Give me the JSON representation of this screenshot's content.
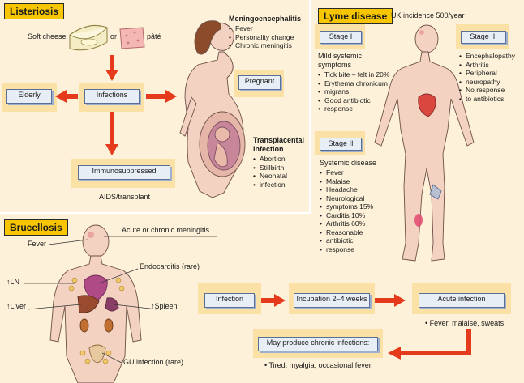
{
  "listeriosis": {
    "title": "Listeriosis",
    "soft_cheese": "Soft cheese",
    "or": "or",
    "pate": "pâté",
    "infections": "Infections",
    "elderly": "Elderly",
    "pregnant": "Pregnant",
    "immunosuppressed": "Immunosuppressed",
    "aids": "AIDS/transplant",
    "mening_title": "Meningoencephalitis",
    "mening_items": [
      "Fever",
      "Personality change",
      "Chronic meningitis"
    ],
    "transp_title_1": "Transplacental",
    "transp_title_2": "infection",
    "transp_items": [
      "Abortion",
      "Stillbirth",
      "Neonatal",
      "infection"
    ]
  },
  "lyme": {
    "title": "Lyme disease",
    "incidence": "UK incidence 500/year",
    "stage1": "Stage I",
    "stage1_lead_1": "Mild systemic",
    "stage1_lead_2": "symptoms",
    "stage1_items": [
      "Tick bite – felt in 20%",
      "Erythema chronicum",
      "migrans",
      "Good antibiotic",
      "response"
    ],
    "stage2": "Stage II",
    "stage2_lead": "Systemic disease",
    "stage2_items": [
      "Fever",
      "Malaise",
      "Headache",
      "Neurological",
      "symptoms 15%",
      "Carditis 10%",
      "Arthritis 60%",
      "Reasonable",
      "antibiotic",
      "response"
    ],
    "stage3": "Stage III",
    "stage3_items": [
      "Encephalopathy",
      "Arthritis",
      "Peripheral",
      "neuropathy",
      "No response",
      "to antibiotics"
    ]
  },
  "brucellosis": {
    "title": "Brucellosis",
    "fever": "Fever",
    "meningitis": "Acute or chronic meningitis",
    "endocarditis": "Endocarditis (rare)",
    "ln": "↑LN",
    "liver": "↑Liver",
    "spleen": "↑Spleen",
    "gu": "GU infection (rare)",
    "flow_infection": "Infection",
    "flow_incubation": "Incubation 2–4 weeks",
    "flow_acute": "Acute infection",
    "acute_symptoms": "• Fever, malaise, sweats",
    "chronic_box": "May produce chronic infections:",
    "chronic_symptoms": "• Tired, myalgia, occasional fever"
  },
  "colors": {
    "header": "#f7c600",
    "panel": "#fdf1d9",
    "box": "#e8eef6",
    "arrow": "#e53a1c"
  }
}
